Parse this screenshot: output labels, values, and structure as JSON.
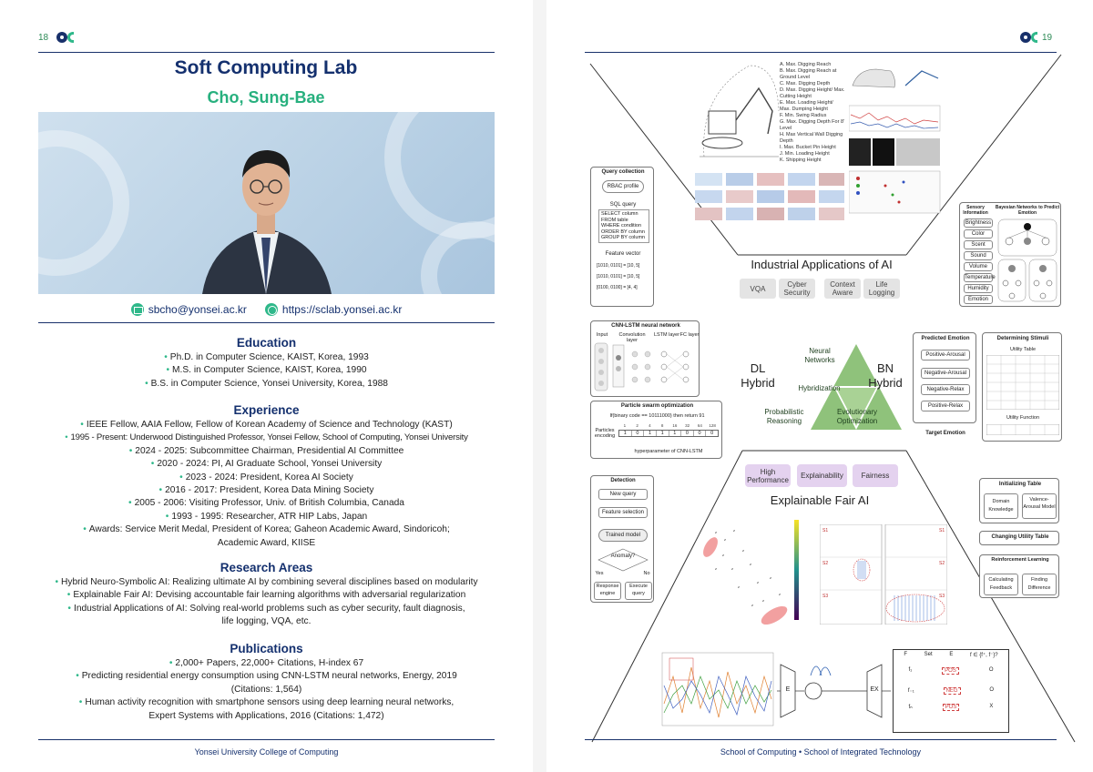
{
  "left_page": {
    "page_number": "18",
    "lab_title": "Soft Computing Lab",
    "person_name": "Cho, Sung-Bae",
    "email": "sbcho@yonsei.ac.kr",
    "website": "https://sclab.yonsei.ac.kr",
    "education": {
      "heading": "Education",
      "items": [
        "Ph.D. in Computer Science, KAIST, Korea, 1993",
        "M.S. in Computer Science, KAIST, Korea, 1990",
        "B.S. in Computer Science, Yonsei University, Korea, 1988"
      ]
    },
    "experience": {
      "heading": "Experience",
      "items": [
        "IEEE Fellow, AAIA Fellow, Fellow of Korean Academy of Science and Technology (KAST)",
        "1995 - Present: Underwood Distinguished Professor, Yonsei Fellow, School of Computing, Yonsei University",
        "2024 - 2025: Subcommittee Chairman, Presidential AI Committee",
        "2020 - 2024: PI, AI Graduate School, Yonsei University",
        "2023 - 2024: President, Korea AI Society",
        "2016 - 2017: President, Korea Data Mining Society",
        "2005 - 2006: Visiting Professor, Univ. of British Columbia, Canada",
        "1993 - 1995: Researcher, ATR HIP Labs, Japan",
        "Awards: Service Merit Medal, President of Korea; Gaheon Academic Award, Sindoricoh;",
        "Academic Award, KIISE"
      ]
    },
    "research": {
      "heading": "Research Areas",
      "items": [
        "Hybrid Neuro-Symbolic AI: Realizing ultimate AI by combining several disciplines based on modularity",
        "Explainable Fair AI: Devising accountable fair learning algorithms with adversarial regularization",
        "Industrial Applications of AI: Solving real-world problems such as cyber security, fault diagnosis,",
        "life logging, VQA, etc."
      ]
    },
    "publications": {
      "heading": "Publications",
      "items": [
        "2,000+ Papers, 22,000+ Citations, H-index 67",
        "Predicting residential energy consumption using CNN-LSTM neural networks, Energy, 2019",
        "(Citations: 1,564)",
        "Human activity recognition with smartphone sensors using deep learning neural networks,",
        "Expert Systems with Applications, 2016 (Citations: 1,472)"
      ]
    },
    "footer": "Yonsei University College of Computing"
  },
  "right_page": {
    "page_number": "19",
    "footer": "School of Computing • School of Integrated Technology",
    "industrial": {
      "title": "Industrial Applications of AI",
      "pills": [
        "VQA",
        "Cyber Security",
        "Context Aware",
        "Life Logging"
      ],
      "dig_list": [
        "A. Max. Digging Reach",
        "B. Max. Digging Reach at Ground Level",
        "C. Max. Digging Depth",
        "D. Max. Digging Height/ Max. Cutting Height",
        "E. Max. Loading Height/ Max. Dumping Height",
        "F. Min. Swing Radius",
        "G. Max. Digging Depth For 8' Level",
        "H. Max Vertical Wall Digging Depth",
        "I. Max. Bucket Pin Height",
        "J. Min. Loading Height",
        "K. Shipping Height"
      ]
    },
    "hybrid": {
      "left_label": "DL Hybrid",
      "right_label": "BN Hybrid",
      "top": "Neural Networks",
      "center": "Hybridization",
      "bottom_left": "Probabilistic Reasoning",
      "bottom_right": "Evolutionary Optimization"
    },
    "explainable": {
      "title": "Explainable Fair AI",
      "pills": [
        "High Performance",
        "Explainability",
        "Fairness"
      ]
    },
    "left_flow": {
      "query_collection": "Query collection",
      "rbac": "RBAC profile",
      "sql_query": "SQL query",
      "sql_lines": [
        "SELECT column",
        "FROM table",
        "WHERE condition",
        "ORDER BY column",
        "GROUP BY column"
      ],
      "feature_vector": "Feature vector",
      "fv_lines": [
        "[1010, 0101] = [10, 5]",
        "[1010, 0101] = [10, 5]",
        "[0100, 0100] = [4, 4]"
      ],
      "cnn_title": "CNN-LSTM neural network",
      "cnn_layers": [
        "Input",
        "Convolution layer",
        "LSTM layer",
        "FC layer"
      ],
      "pso_title": "Particle swarm optimization",
      "pso_rule": "If(binary code == 10111000) then return 91",
      "pso_label": "Particles encoding",
      "pso_header": [
        "1",
        "2",
        "4",
        "8",
        "16",
        "32",
        "64",
        "128"
      ],
      "pso_bits": [
        "1",
        "0",
        "1",
        "1",
        "1",
        "0",
        "0",
        "0"
      ],
      "pso_caption": "hyperparameter of CNN-LSTM",
      "detection": "Detection",
      "new_query": "New query",
      "feature_selection": "Feature selection",
      "trained_model": "Trained model",
      "anomaly": "Anomaly?",
      "yes": "Yes",
      "no": "No",
      "response_engine": "Response engine",
      "execute_query": "Execute query"
    },
    "right_flow": {
      "sensory": "Sensory Information",
      "bayesian": "Bayesian Networks to Predict Emotion",
      "sensors": [
        "Brightness",
        "Color",
        "Scent",
        "Sound",
        "Volume",
        "Temperature",
        "Humidity",
        "Emotion"
      ],
      "predicted": "Predicted Emotion",
      "emotions": [
        "Positive-Arousal",
        "Negative-Arousal",
        "Negative-Relax",
        "Positive-Relax"
      ],
      "determining": "Determining Stimuli",
      "utility_table": "Utility Table",
      "utility_function": "Utility Function",
      "target": "Target Emotion",
      "init_table": "Initializing Table",
      "domain": "Domain Knowledge",
      "valence": "Valence-Arousal Model",
      "changing": "Changing Utility Table",
      "rl": "Reinforcement Learning",
      "calc": "Calculating Feedback",
      "finding": "Finding Difference"
    },
    "xai_bottom": {
      "enc": "E",
      "ex": "EX",
      "cols": [
        "F",
        "Set",
        "E",
        "f ∈ {f⁺, f⁻}?"
      ],
      "rows": [
        [
          "f₁",
          "POS",
          "O"
        ],
        [
          "f₋₁",
          "NEG",
          "O"
        ],
        [
          "fₙ",
          "POS",
          "X"
        ]
      ]
    }
  }
}
